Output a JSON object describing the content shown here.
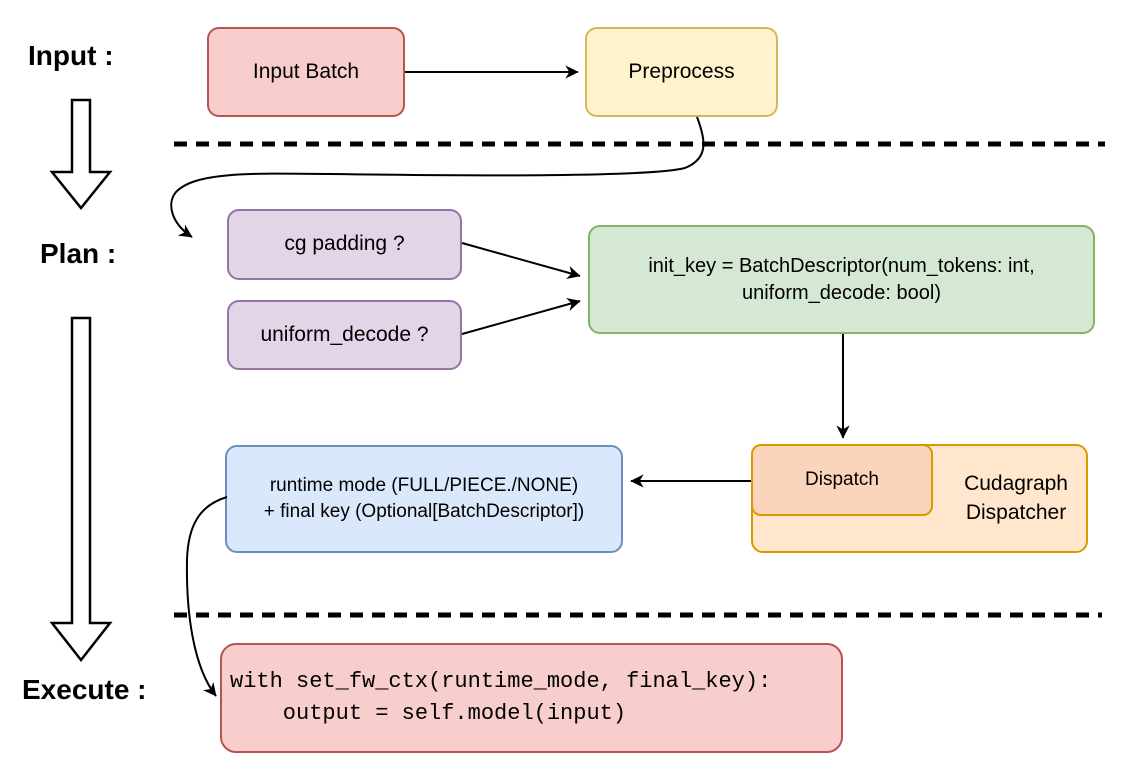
{
  "stage_labels": {
    "input": "Input :",
    "plan": "Plan :",
    "execute": "Execute :"
  },
  "nodes": {
    "input_batch": {
      "label": "Input Batch"
    },
    "preprocess": {
      "label": "Preprocess"
    },
    "cg_padding": {
      "label": "cg padding ?"
    },
    "uniform_decode": {
      "label": "uniform_decode ?"
    },
    "init_key": {
      "label": "init_key = BatchDescriptor(num_tokens: int,\nuniform_decode: bool)"
    },
    "dispatch": {
      "label": "Dispatch"
    },
    "cudagraph_dispatcher": {
      "label": "Cudagraph\nDispatcher"
    },
    "runtime_mode": {
      "label": "runtime mode (FULL/PIECE./NONE)\n+ final key (Optional[BatchDescriptor])"
    },
    "execute_code": {
      "label": "with set_fw_ctx(runtime_mode, final_key):\n    output = self.model(input)"
    }
  },
  "colors": {
    "red_fill": "#f8cecc",
    "red_stroke": "#b85450",
    "yellow_fill": "#fff2cc",
    "yellow_stroke": "#d6b656",
    "purple_fill": "#e1d5e7",
    "purple_stroke": "#9673a6",
    "green_fill": "#d5e8d4",
    "green_stroke": "#82b366",
    "blue_fill": "#dae8fc",
    "blue_stroke": "#6c8ebf",
    "orange_fill": "#ffe6cc",
    "orange_stroke": "#d79b00",
    "peach_fill": "#fbd5bb",
    "line": "#000000"
  }
}
